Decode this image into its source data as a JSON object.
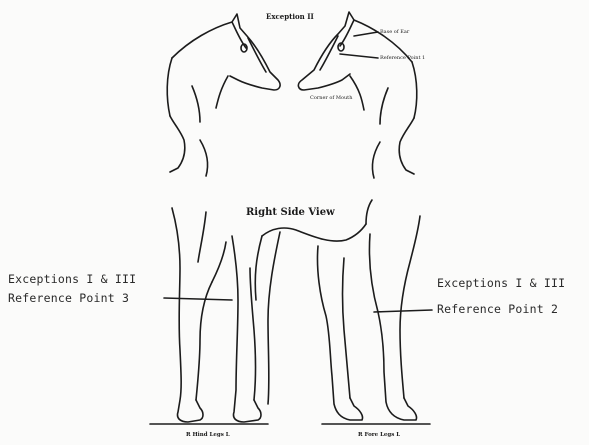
{
  "top_panel": {
    "title": "Exception II",
    "label_base_of_ear": "Base of Ear",
    "label_reference_point_1": "Reference Point 1",
    "label_corner_of_mouth": "Corner of Mouth"
  },
  "bottom_panel": {
    "title": "Right Side View",
    "left_callout": {
      "line1": "Exceptions I & III",
      "line2": "Reference Point 3"
    },
    "right_callout": {
      "line1": "Exceptions I & III",
      "line2": "Reference Point 2"
    },
    "hind_legs_caption": "R  Hind Legs  L",
    "fore_legs_caption": "R  Fore Legs  L"
  }
}
